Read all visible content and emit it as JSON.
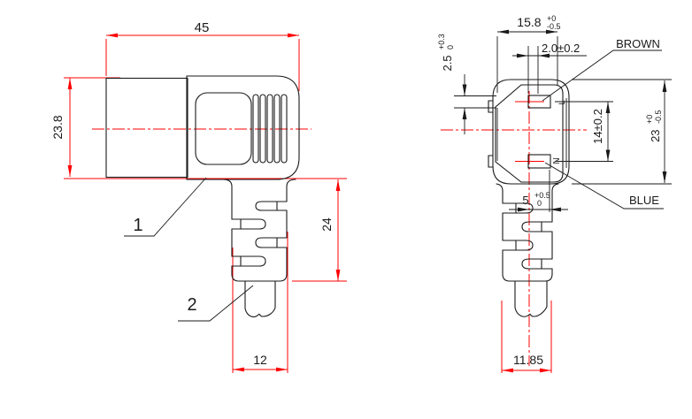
{
  "side_view": {
    "overall_length": "45",
    "overall_height": "23.8",
    "strain_relief_length": "24",
    "strain_relief_width": "12",
    "balloon_connector_body": "1",
    "balloon_cable": "2"
  },
  "front_view": {
    "face_width": {
      "main": "15.8",
      "tol_upper": "+0",
      "tol_lower": "-0.5"
    },
    "slot_width": "2.0±0.2",
    "slot_height": {
      "main": "2.5",
      "tol_upper": "+0.3",
      "tol_lower": "0"
    },
    "terminal_pitch": "14±0.2",
    "face_height": {
      "main": "23",
      "tol_upper": "+0",
      "tol_lower": "-0.5"
    },
    "neutral_offset": {
      "main": "5",
      "tol_upper": "+0.5",
      "tol_lower": "0"
    },
    "strain_relief_width": "11.85",
    "wire_live_label": "BROWN",
    "wire_neutral_label": "BLUE",
    "terminal_live_mark": "L",
    "terminal_neutral_mark": "N"
  },
  "colors": {
    "outline": "#1a1a1a",
    "dimension": "#ff0000",
    "text": "#1a1a1a",
    "background": "#ffffff"
  }
}
